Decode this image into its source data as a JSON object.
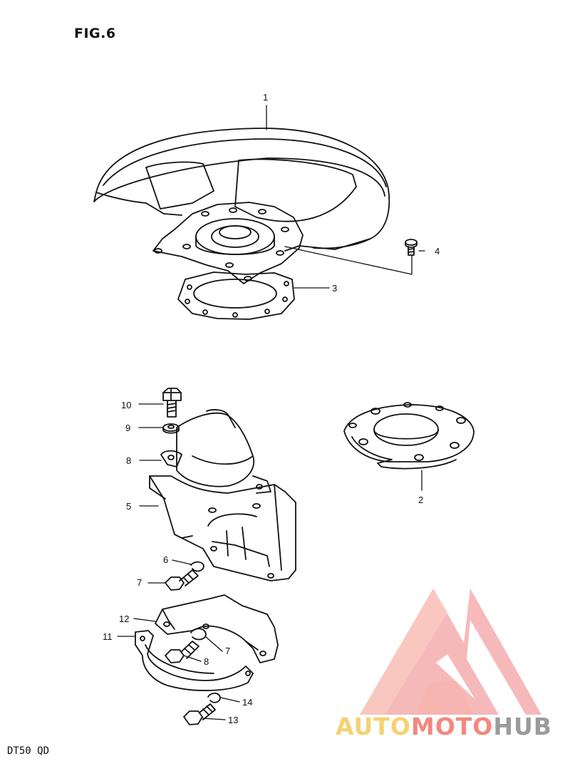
{
  "figure": {
    "title": "FIG.6",
    "model": "DT50 QD"
  },
  "callouts": {
    "c1": "1",
    "c2": "2",
    "c3": "3",
    "c4": "4",
    "c5": "5",
    "c6": "6",
    "c7a": "7",
    "c7b": "7",
    "c8a": "8",
    "c8b": "8",
    "c9": "9",
    "c10": "10",
    "c11": "11",
    "c12": "12",
    "c13": "13",
    "c14": "14"
  },
  "watermark": {
    "part1": "AUTO",
    "part2": "MOTO",
    "part3": "HUB",
    "colors": {
      "auto": "#f4c95a",
      "moto": "#ef6b5e",
      "hub": "#8a8a8a"
    }
  },
  "colors": {
    "line": "#111111",
    "background": "#ffffff"
  }
}
